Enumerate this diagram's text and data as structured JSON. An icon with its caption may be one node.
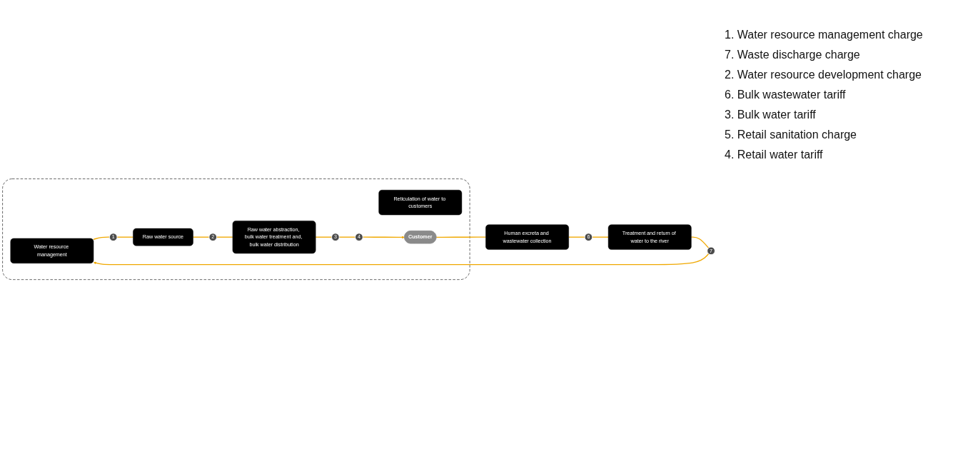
{
  "diagram": {
    "nodes": [
      {
        "text": [],
        "shape": "box"
      },
      {
        "text": [
          "Water resource management"
        ],
        "in": 0
      },
      {
        "text": [
          "1"
        ],
        "in": 0
      },
      {
        "text": [
          "Raw water source"
        ],
        "in": 0
      },
      {
        "text": [
          "2"
        ],
        "in": 0
      },
      {
        "text": [
          "Raw water abstraction, bulk water treatment and, bulk water distribution"
        ],
        "in": 0
      },
      {
        "text": [
          "3"
        ],
        "in": 0
      },
      {
        "text": [
          "4"
        ],
        "in": 0
      },
      {
        "text": [
          "Reticulation of water to customers"
        ],
        "in": 0
      },
      {
        "text": [
          "Customer"
        ],
        "in": 0
      },
      {
        "text": [
          "7"
        ]
      },
      {
        "text": [
          "Treatment and return of water to the river"
        ]
      },
      {
        "text": [
          "6"
        ]
      },
      {
        "text": [
          "Human excreta and wastewater collection"
        ]
      }
    ],
    "edges": [
      {
        "from": 1,
        "to": 2,
        "arrow": "none"
      },
      {
        "from": 2,
        "to": 3,
        "arrow": "none"
      },
      {
        "from": 3,
        "to": 4,
        "arrow": "none"
      },
      {
        "from": 4,
        "to": 5,
        "arrow": "none"
      },
      {
        "from": 5,
        "to": 6,
        "arrow": "none"
      },
      {
        "from": 6,
        "to": 7,
        "arrow": "none"
      },
      {
        "from": 7,
        "to": 9,
        "arrow": "to"
      },
      {
        "from": 9,
        "to": 13,
        "arrow": "none"
      },
      {
        "from": 13,
        "to": 12,
        "arrow": "none"
      },
      {
        "from": 12,
        "to": 11,
        "arrow": "none"
      },
      {
        "from": 11,
        "to": 10,
        "arrow": "none"
      },
      {
        "from": 10,
        "to": 1,
        "arrow": "to"
      }
    ],
    "labels": [
      "1. Water resource management charge",
      "7. Waste discharge charge",
      "2. Water resource development charge",
      "6. Bulk wastewater tariff",
      "3. Bulk water tariff",
      "5. Retail sanitation charge",
      "4. Retail water tariff"
    ]
  }
}
